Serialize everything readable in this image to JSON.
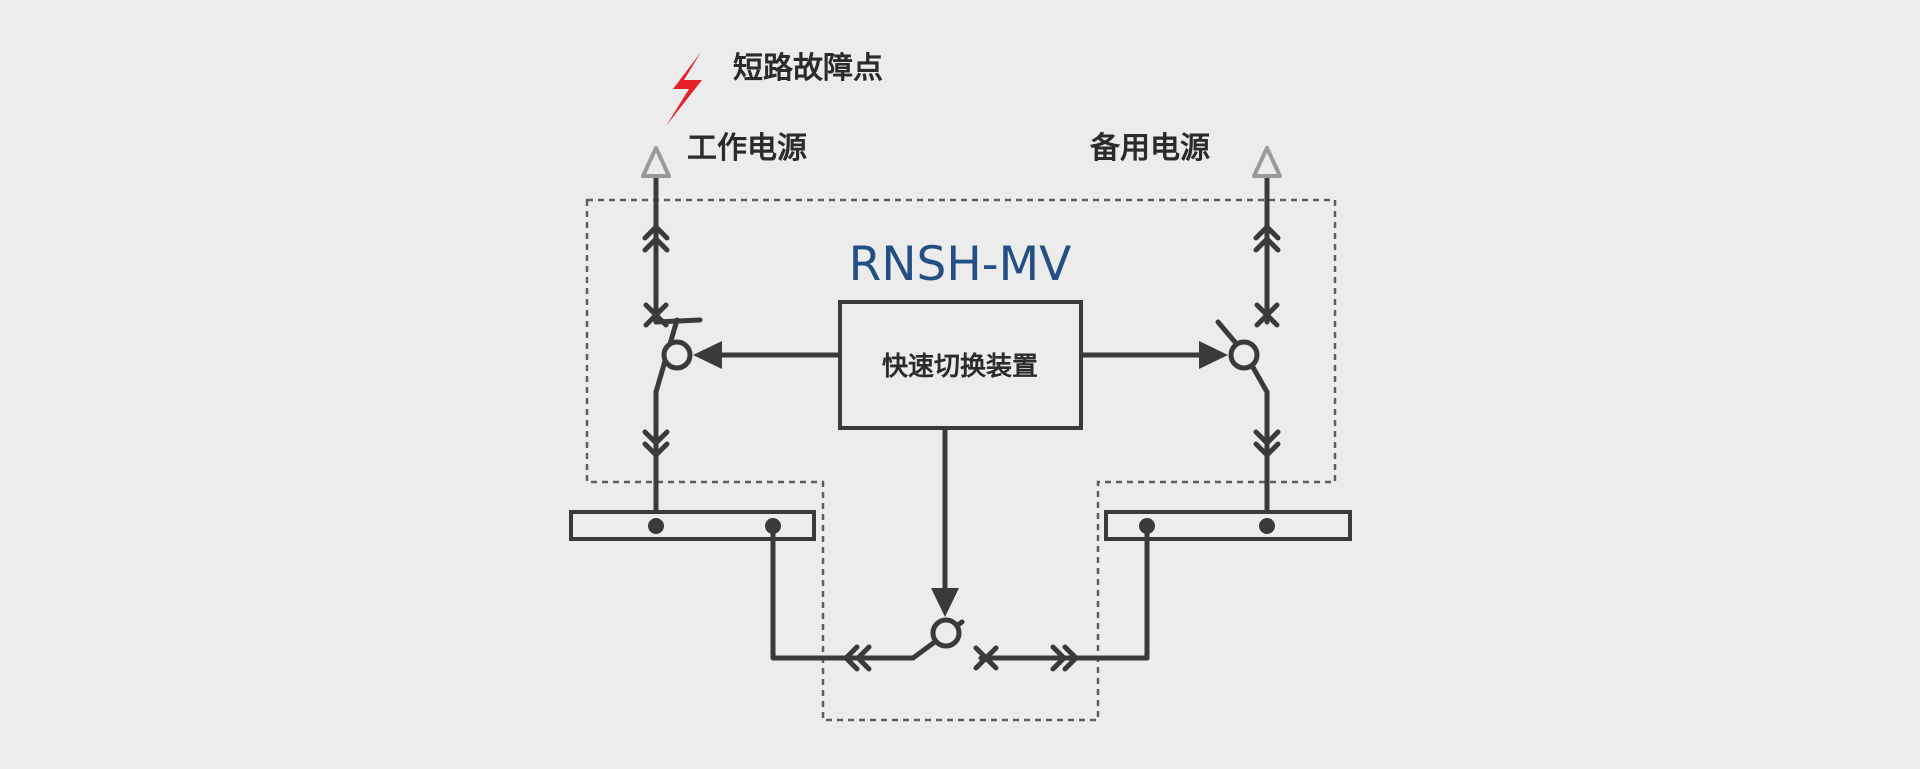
{
  "labels": {
    "fault": "短路故障点",
    "main_source": "工作电源",
    "backup_source": "备用电源",
    "system_name": "RNSH-MV",
    "controller": "快速切换装置"
  },
  "colors": {
    "line": "#3a3a3c",
    "dash": "#5e5e60",
    "source_arrow": "#9a9a9c",
    "lightning": "#e8202a",
    "title": "#234f86"
  }
}
